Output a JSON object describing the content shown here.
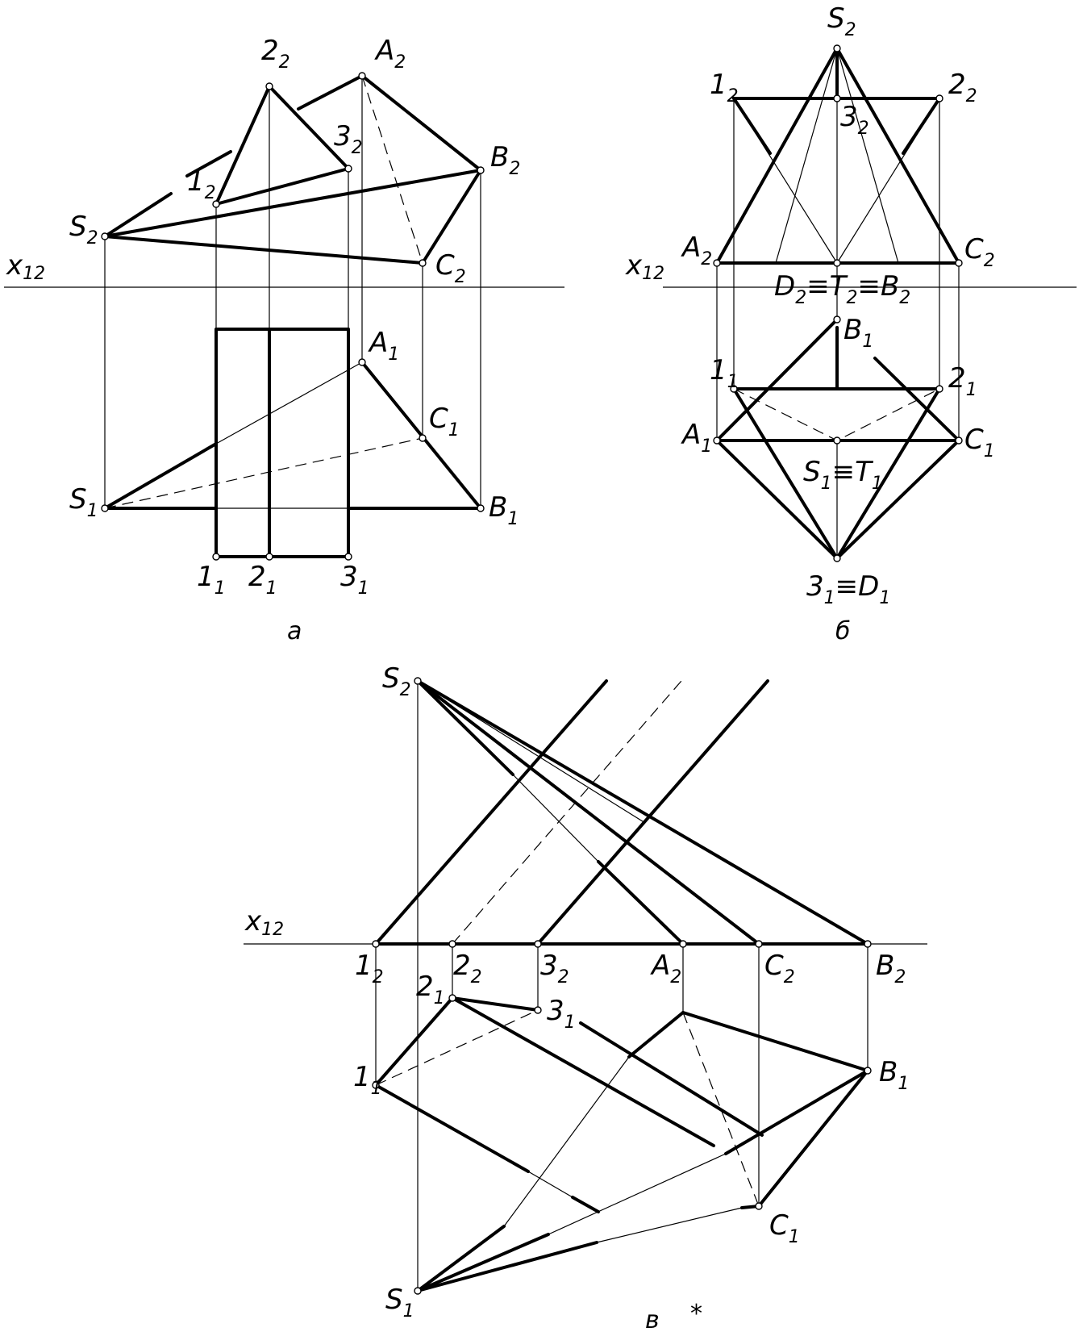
{
  "axis_label": "x",
  "axis_sub": "12",
  "captions": {
    "a": "а",
    "b": "б",
    "v": "в",
    "star": "*"
  },
  "labels_a": {
    "two_2": [
      "2",
      "2"
    ],
    "A_2": [
      "A",
      "2"
    ],
    "three_2": [
      "3",
      "2"
    ],
    "B_2": [
      "B",
      "2"
    ],
    "one_2": [
      "1",
      "2"
    ],
    "S_2": [
      "S",
      "2"
    ],
    "C_2": [
      "C",
      "2"
    ],
    "A_1": [
      "A",
      "1"
    ],
    "C_1": [
      "C",
      "1"
    ],
    "S_1": [
      "S",
      "1"
    ],
    "B_1": [
      "B",
      "1"
    ],
    "one_1": [
      "1",
      "1"
    ],
    "two_1": [
      "2",
      "1"
    ],
    "three_1": [
      "3",
      "1"
    ]
  },
  "labels_b": {
    "S_2": [
      "S",
      "2"
    ],
    "one_2": [
      "1",
      "2"
    ],
    "two_2": [
      "2",
      "2"
    ],
    "three_2": [
      "3",
      "2"
    ],
    "A_2": [
      "A",
      "2"
    ],
    "C_2": [
      "C",
      "2"
    ],
    "DTB": [
      "D",
      "2",
      "≡T",
      "2",
      "≡B",
      "2"
    ],
    "B_1": [
      "B",
      "1"
    ],
    "one_1": [
      "1",
      "1"
    ],
    "two_1": [
      "2",
      "1"
    ],
    "A_1": [
      "A",
      "1"
    ],
    "C_1": [
      "C",
      "1"
    ],
    "ST": [
      "S",
      "1",
      "≡T",
      "1"
    ],
    "threeD": [
      "3",
      "1",
      "≡D",
      "1"
    ]
  },
  "labels_v": {
    "S_2": [
      "S",
      "2"
    ],
    "one_2": [
      "1",
      "2"
    ],
    "two_2": [
      "2",
      "2"
    ],
    "three_2": [
      "3",
      "2"
    ],
    "A_2": [
      "A",
      "2"
    ],
    "C_2": [
      "C",
      "2"
    ],
    "B_2": [
      "B",
      "2"
    ],
    "two_1": [
      "2",
      "1"
    ],
    "three_1": [
      "3",
      "1"
    ],
    "one_1": [
      "1",
      "1"
    ],
    "B_1": [
      "B",
      "1"
    ],
    "C_1": [
      "C",
      "1"
    ],
    "S_1": [
      "S",
      "1"
    ]
  }
}
